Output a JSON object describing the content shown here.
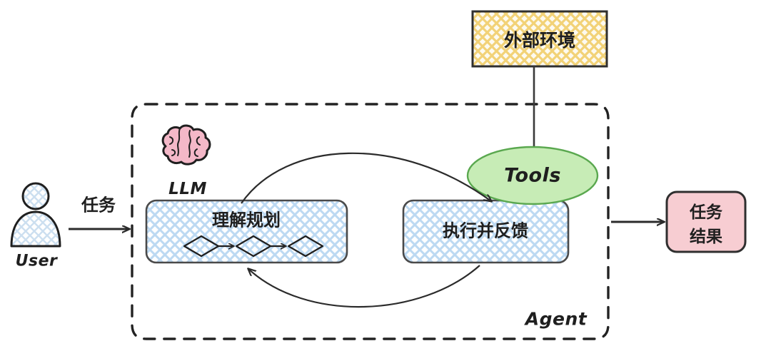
{
  "diagram": {
    "title_text": "Agent",
    "nodes": {
      "user": {
        "label": "User",
        "icon": "user-person-icon"
      },
      "task_edge": {
        "label": "任务"
      },
      "llm": {
        "label": "LLM",
        "icon": "brain-icon",
        "color": "#f4b8c8"
      },
      "plan_box": {
        "label": "理解规划",
        "fill": "#eaf3fc",
        "stroke": "#3b3b3b",
        "inner_icon": "diamond-flow-icon",
        "diamond_count": 3
      },
      "exec_box": {
        "label": "执行并反馈",
        "fill": "#eaf3fc",
        "stroke": "#3b3b3b"
      },
      "tools": {
        "label": "Tools",
        "fill": "#c7ecb6",
        "stroke": "#5aa84f"
      },
      "environment": {
        "label": "外部环境",
        "fill": "#fbf3d0",
        "stroke": "#2f2f2f"
      },
      "result": {
        "label_line1": "任务",
        "label_line2": "结果",
        "fill": "#f7cdd2",
        "stroke": "#2f2f2f"
      },
      "agent_boundary": {
        "label": "Agent",
        "style": "dashed",
        "stroke": "#222222"
      }
    },
    "edges": [
      {
        "name": "user-to-agent",
        "from": "user",
        "to": "plan_box",
        "label": "任务",
        "arrow": true
      },
      {
        "name": "plan-to-exec",
        "from": "plan_box",
        "to": "exec_box",
        "arrow": true,
        "curve": "arc-over"
      },
      {
        "name": "exec-to-plan",
        "from": "exec_box",
        "to": "plan_box",
        "arrow": true,
        "curve": "arc-under"
      },
      {
        "name": "environment-to-tools",
        "from": "environment",
        "to": "tools",
        "arrow": false
      },
      {
        "name": "agent-to-result",
        "from": "exec_box",
        "to": "result",
        "arrow": true
      }
    ],
    "colors": {
      "line": "#2b2b2b",
      "blue_hatch": "#bcd9f2",
      "yellow_hatch": "#f0cf74",
      "green": "#c7ecb6",
      "pink": "#f7cdd2",
      "brain_pink": "#f4b8c8"
    }
  }
}
